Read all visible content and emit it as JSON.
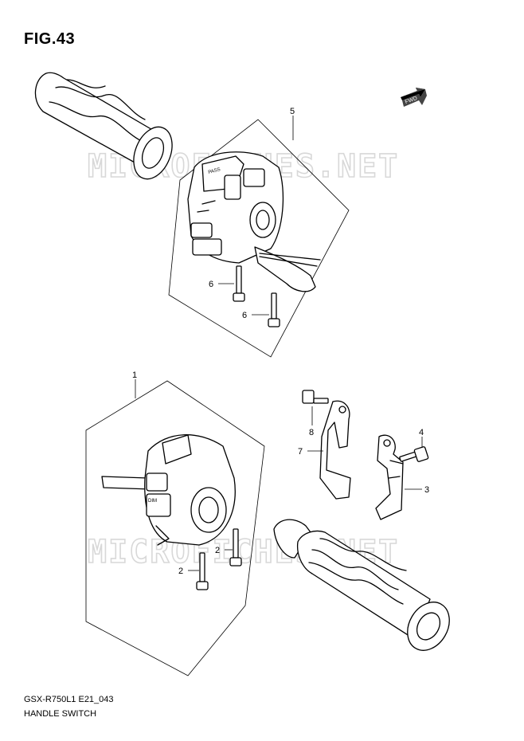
{
  "figure": {
    "title": "FIG.43"
  },
  "footer": {
    "model_code": "GSX-R750L1 E21_043",
    "name": "HANDLE SWITCH"
  },
  "watermark": {
    "text": "MICROFICHES.NET"
  },
  "fwd_label": "FWD",
  "callouts": {
    "right_switch": "5",
    "screw_right_a": "6",
    "screw_right_b": "6",
    "left_switch": "1",
    "screw_left_a": "2",
    "screw_left_b": "2",
    "bracket_rear": "7",
    "bolt_bracket": "8",
    "bracket_front": "3",
    "bolt_front": "4"
  },
  "switch_labels": {
    "pass": "PASS",
    "dim": "DIM"
  },
  "colors": {
    "line": "#000000",
    "background": "#ffffff",
    "watermark": "#d8d8d8"
  }
}
